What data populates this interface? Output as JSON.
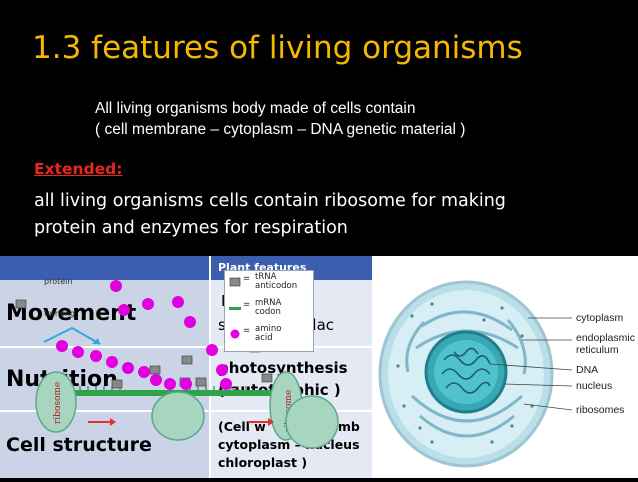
{
  "title": "1.3 features of living organisms",
  "intro": {
    "line1": "All living organisms body made of cells contain",
    "line2": "( cell membrane – cytoplasm – DNA genetic material )"
  },
  "extended": {
    "label": "Extended:",
    "line1": "all living organisms cells contain ribosome for making",
    "line2": "protein  and enzymes for respiration"
  },
  "table": {
    "header": "Plant features",
    "rows": [
      {
        "label": "Movement",
        "value_line1": "Fi",
        "value_line2": "st          ne plac"
      },
      {
        "label": "Nutrition",
        "value_line1": "photosynthesis",
        "value_line2": "( autotrophic )"
      },
      {
        "label": "Cell structure",
        "value_line1": "(Cell w     cell memb",
        "value_line2": "cytoplasm – nucleus",
        "value_line3": "chloroplast )"
      }
    ]
  },
  "diagram": {
    "protein_label": "protein",
    "forming_label": "forming",
    "ribosome_left": "ribosome",
    "ribosome_right": "ribosome",
    "legend": [
      {
        "icon": "trna-icon",
        "text1": "tRNA",
        "text2": "anticodon"
      },
      {
        "icon": "mrna-icon",
        "text1": "mRNA",
        "text2": "codon"
      },
      {
        "icon": "amino-acid-icon",
        "text1": "amino",
        "text2": "acid"
      }
    ],
    "amino_color": "#e000e0"
  },
  "cell_labels": {
    "cytoplasm": "cytoplasm",
    "er1": "endoplasmic",
    "er2": "reticulum",
    "dna": "DNA",
    "nucleus": "nucleus",
    "ribosomes": "ribosomes"
  },
  "colors": {
    "title": "#f5b800",
    "extended_label": "#e8281c",
    "table_header": "#3b5fae",
    "mrna": "#2ea34a"
  }
}
